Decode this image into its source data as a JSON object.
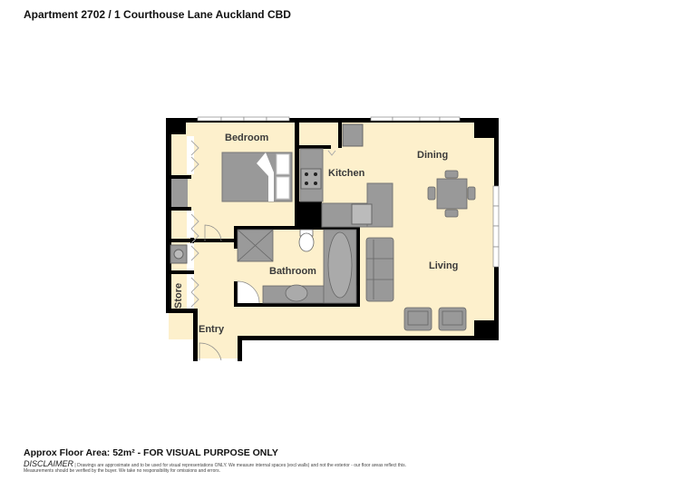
{
  "header": {
    "title": "Apartment 2702 / 1 Courthouse Lane Auckland CBD"
  },
  "rooms": {
    "bedroom": "Bedroom",
    "kitchen": "Kitchen",
    "dining": "Dining",
    "living": "Living",
    "bathroom": "Bathroom",
    "store": "Store",
    "entry": "Entry"
  },
  "footer": {
    "area": "Approx Floor Area: 52m² - FOR VISUAL PURPOSE ONLY",
    "disclaimer_label": "DISCLAIMER",
    "disclaimer_line1": "| Drawings are approximate and to be used for visual representations ONLY. We measure internal spaces (excl walls) and not the exterior - our floor areas reflect this.",
    "disclaimer_line2": "Measurements should be verified by the buyer. We take no responsibility for omissions and errors."
  },
  "colors": {
    "floor": "#fdf0cc",
    "wall": "#000000",
    "fixture": "#9a9a9a",
    "window": "#ffffff"
  }
}
